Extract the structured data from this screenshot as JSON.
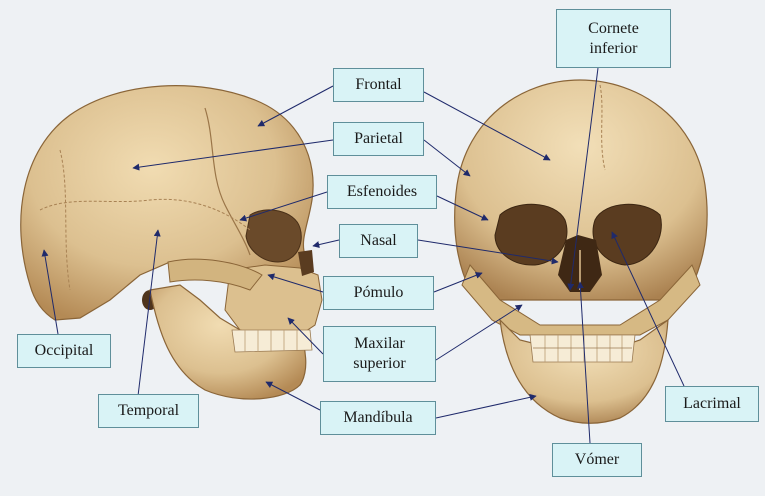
{
  "labels": {
    "frontal": "Frontal",
    "parietal": "Parietal",
    "esfenoides": "Esfenoides",
    "nasal": "Nasal",
    "pomulo": "Pómulo",
    "maxilar": "Maxilar\nsuperior",
    "mandibula": "Mandíbula",
    "occipital": "Occipital",
    "temporal": "Temporal",
    "cornete": "Cornete\ninferior",
    "lacrimal": "Lacrimal",
    "vomer": "Vómer"
  },
  "colors": {
    "bone": "#e2c797",
    "bone_shadow": "#b8915e",
    "bone_dark": "#5b3f22",
    "label_fill": "#d9f3f6",
    "leader": "#1f2a6b"
  }
}
